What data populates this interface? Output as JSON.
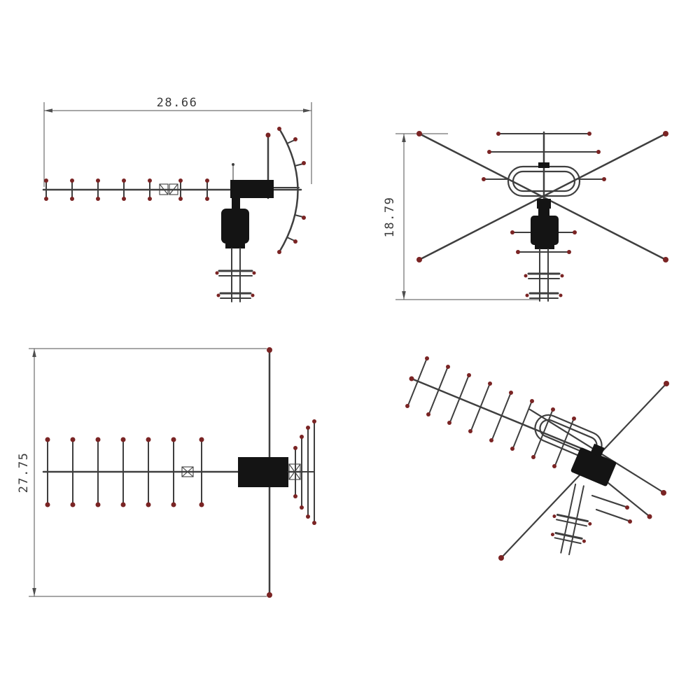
{
  "subject": "Outdoor amplified Yagi TV antenna - four-view dimensioned technical drawing",
  "views": {
    "side": {
      "name": "side-view",
      "dimension": "28.66"
    },
    "front": {
      "name": "front-view",
      "dimension": "18.79"
    },
    "top": {
      "name": "top-view",
      "dimension": "27.75"
    },
    "perspective": {
      "name": "perspective-view"
    }
  },
  "colors": {
    "line": "#3f3f3f",
    "element_tip": "#7a2424",
    "housing": "#141414",
    "dimension_line": "#4f4f4f",
    "background": "#ffffff"
  }
}
